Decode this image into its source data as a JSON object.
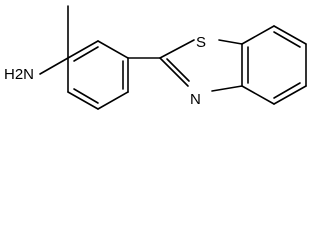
{
  "molecule": {
    "atoms": {
      "amine": "H2N",
      "sulfur": "S",
      "nitrogen": "N"
    },
    "colors": {
      "bonds": "#000000",
      "labels": "#000000",
      "background": "#ffffff"
    }
  }
}
